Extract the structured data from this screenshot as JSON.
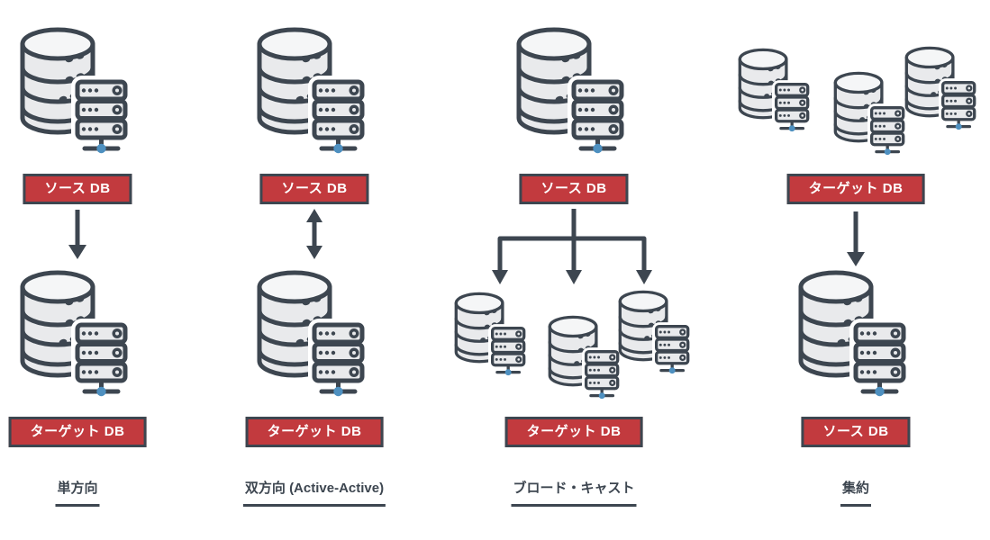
{
  "diagram": {
    "topologies": [
      {
        "id": "unidirectional",
        "top_label": "ソース DB",
        "bottom_label": "ターゲット DB",
        "caption": "単方向",
        "arrow": "down"
      },
      {
        "id": "bidirectional",
        "top_label": "ソース DB",
        "bottom_label": "ターゲット DB",
        "caption": "双方向 (Active-Active)",
        "arrow": "both-ways"
      },
      {
        "id": "broadcast",
        "top_label": "ソース DB",
        "bottom_label": "ターゲット DB",
        "caption": "ブロード・キャスト",
        "arrow": "fan-out-three"
      },
      {
        "id": "aggregation",
        "top_label": "ターゲット DB",
        "bottom_label": "ソース DB",
        "caption": "集約",
        "arrow": "down"
      }
    ],
    "icons": [
      "database-cylinder-icon",
      "server-rack-icon",
      "network-node-icon",
      "down-arrow-icon",
      "bidirectional-arrow-icon",
      "broadcast-fanout-arrow-icon"
    ],
    "colors": {
      "accent_red": "#c23a3e",
      "outline_dark": "#3d4650",
      "db_fill": "#e9eaec",
      "db_top_fill": "#f5f6f7",
      "network_dot_blue": "#4e90c0",
      "label_text": "#ffffff",
      "background": "#ffffff"
    }
  }
}
